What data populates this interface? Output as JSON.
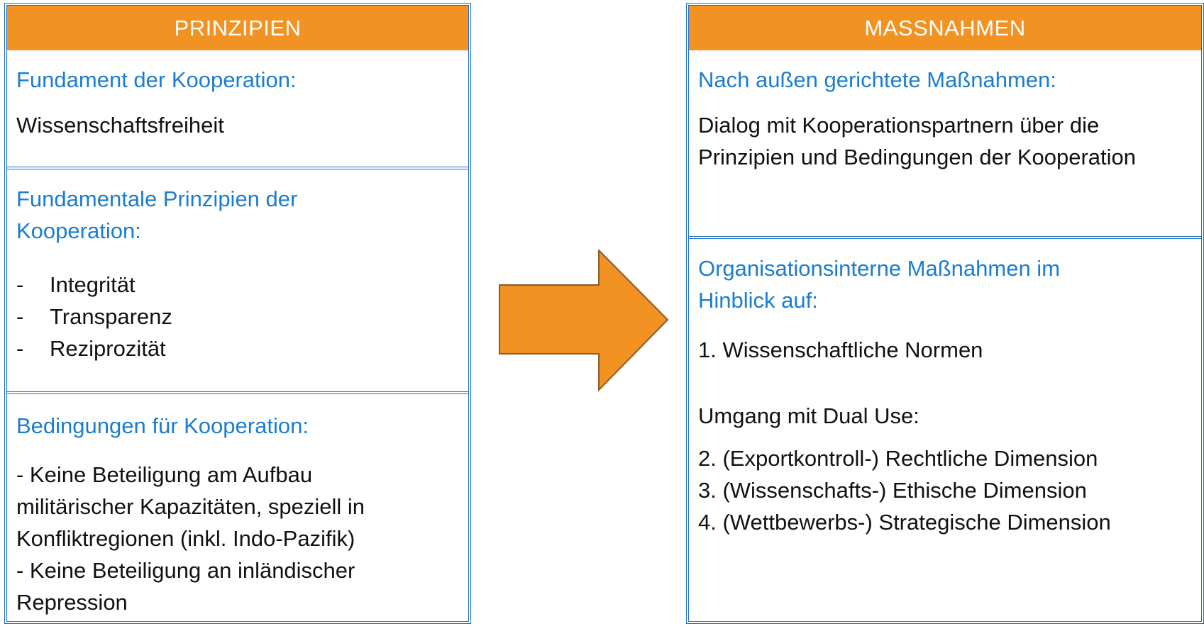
{
  "left_panel": {
    "header": "PRINZIPIEN",
    "sections": [
      {
        "title_lines": [
          "Fundament der Kooperation:"
        ],
        "body_lines": [
          "Wissenschaftsfreiheit"
        ]
      },
      {
        "title_lines": [
          "Fundamentale Prinzipien der",
          "Kooperation:"
        ],
        "bullet_marker": "-",
        "bullets": [
          "Integrität",
          "Transparenz",
          "Reziprozität"
        ]
      },
      {
        "title_lines": [
          "Bedingungen für Kooperation:"
        ],
        "body_lines": [
          "- Keine Beteiligung am Aufbau",
          "militärischer Kapazitäten, speziell in",
          "Konfliktregionen (inkl. Indo-Pazifik)",
          "- Keine Beteiligung an inländischer",
          "Repression"
        ]
      }
    ]
  },
  "right_panel": {
    "header": "MASSNAHMEN",
    "sections": [
      {
        "title_lines": [
          "Nach außen gerichtete Maßnahmen:"
        ],
        "body_lines": [
          "Dialog mit Kooperationspartnern über die",
          "Prinzipien und Bedingungen der Kooperation"
        ]
      },
      {
        "title_lines": [
          "Organisationsinterne Maßnahmen im",
          "Hinblick auf:"
        ],
        "item_1": "1. Wissenschaftliche Normen",
        "subheading": "Umgang mit Dual Use:",
        "items": [
          "2. (Exportkontroll-) Rechtliche Dimension",
          "3. (Wissenschafts-) Ethische Dimension",
          "4. (Wettbewerbs-) Strategische Dimension"
        ]
      }
    ]
  },
  "colors": {
    "header_fill": "#f29222",
    "arrow_fill": "#f29222",
    "border": "#1f6fc4",
    "title_text": "#1a7dd0",
    "body_text": "#111111"
  },
  "arrow": {
    "direction": "right"
  }
}
